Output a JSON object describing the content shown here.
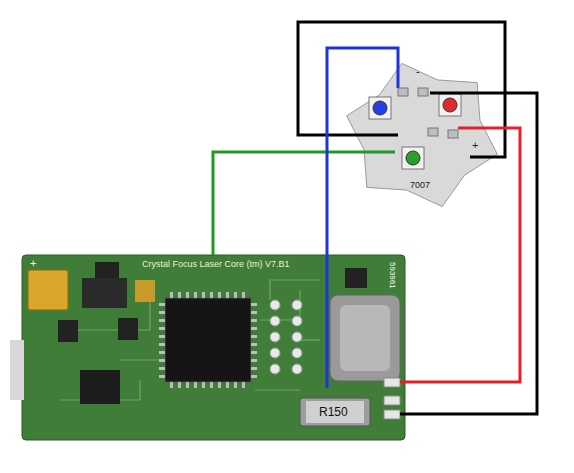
{
  "diagram": {
    "nodes": [
      {
        "text": [
          "Crystal Focus Laser Core (tm) V7.B1"
        ]
      },
      {
        "text": [
          "7007"
        ]
      }
    ],
    "edges": [
      {
        "from": 0,
        "to": 1,
        "arrow": "none"
      },
      {
        "from": 0,
        "to": 1,
        "arrow": "none"
      },
      {
        "from": 0,
        "to": 1,
        "arrow": "none"
      },
      {
        "from": 0,
        "to": 1,
        "arrow": "none"
      }
    ],
    "labels": [
      "+",
      "R150",
      "593961",
      "-",
      "+"
    ]
  }
}
